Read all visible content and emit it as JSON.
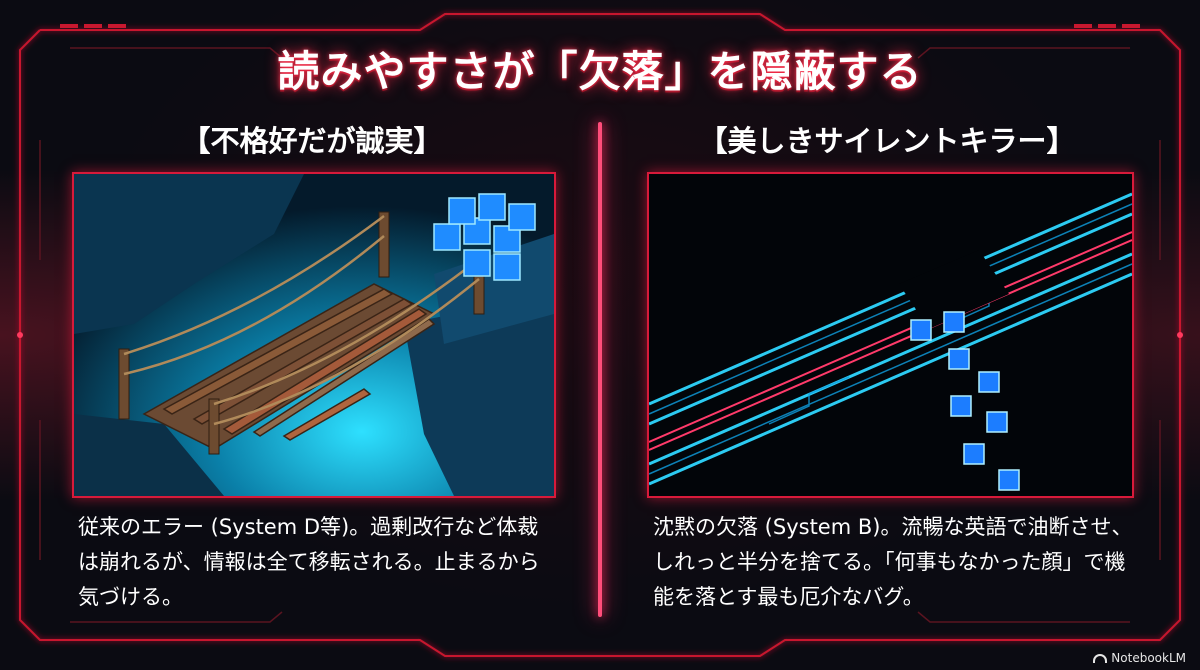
{
  "title": "読みやすさが「欠落」を隠蔽する",
  "left": {
    "heading": "【不格好だが誠実】",
    "description": "従来のエラー (System D等)。過剰改行など体裁は崩れるが、情報は全て移転される。止まるから気づける。"
  },
  "right": {
    "heading": "【美しきサイレントキラー】",
    "description": "沈黙の欠落 (System B)。流暢な英語で油断させ、しれっと半分を捨てる。「何事もなかった顔」で機能を落とす最も厄介なバグ。"
  },
  "brand": {
    "label": "NotebookLM"
  },
  "colors": {
    "accent": "#ff2d55",
    "frame": "#d81a3a",
    "cyan": "#2fd6ff"
  }
}
